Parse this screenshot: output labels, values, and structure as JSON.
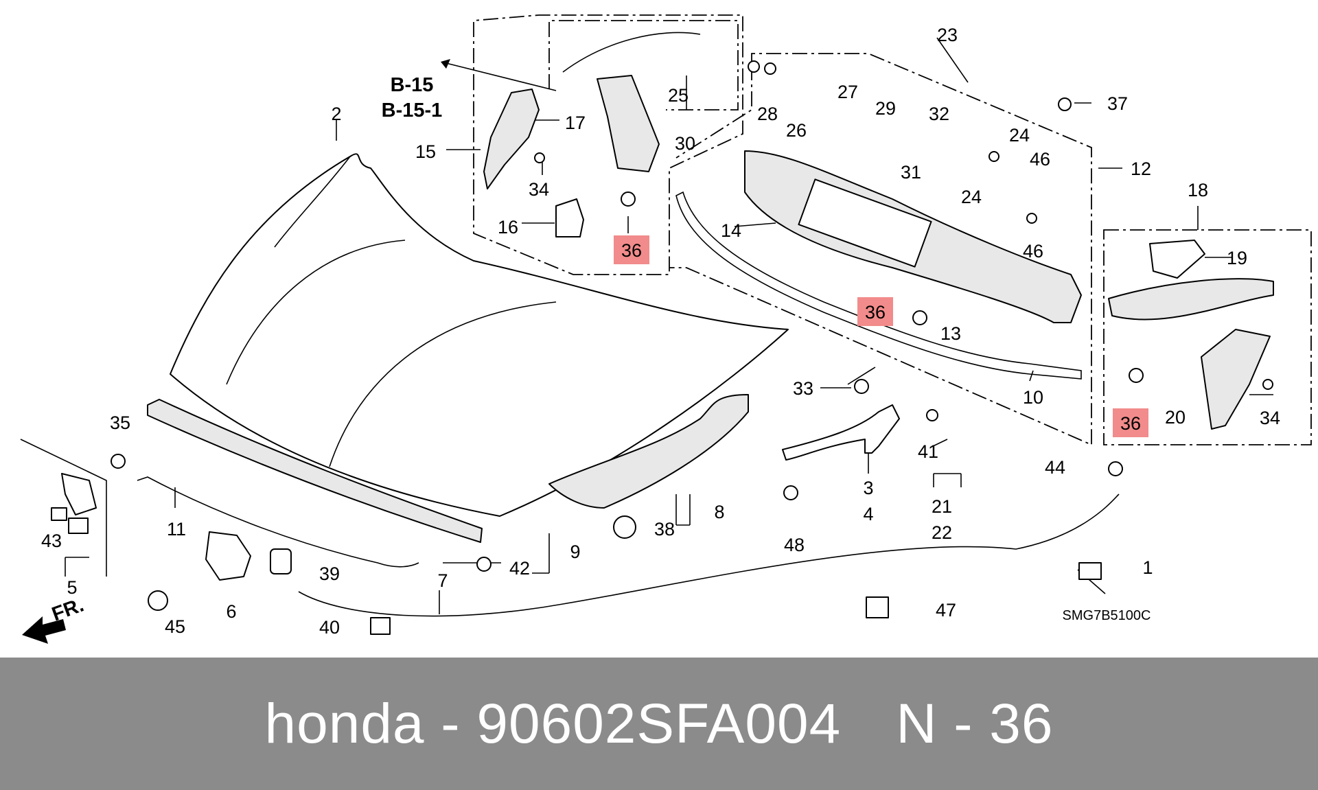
{
  "diagram": {
    "headers": [
      "B-15",
      "B-15-1"
    ],
    "direction_label": "FR.",
    "diagram_code": "SMG7B5100C",
    "highlighted_part": "36",
    "highlight_color": "#f28b8b",
    "labels": {
      "l1": "1",
      "l2": "2",
      "l3": "3",
      "l4": "4",
      "l5": "5",
      "l6": "6",
      "l7": "7",
      "l8": "8",
      "l9": "9",
      "l10": "10",
      "l11": "11",
      "l12": "12",
      "l13": "13",
      "l14": "14",
      "l15": "15",
      "l16": "16",
      "l17": "17",
      "l18": "18",
      "l19": "19",
      "l20": "20",
      "l21": "21",
      "l22": "22",
      "l23": "23",
      "l24a": "24",
      "l24b": "24",
      "l25": "25",
      "l26": "26",
      "l27": "27",
      "l28": "28",
      "l29": "29",
      "l30": "30",
      "l31": "31",
      "l32": "32",
      "l33": "33",
      "l34a": "34",
      "l34b": "34",
      "l35": "35",
      "l36a": "36",
      "l36b": "36",
      "l36c": "36",
      "l37": "37",
      "l38": "38",
      "l39": "39",
      "l40": "40",
      "l41": "41",
      "l42": "42",
      "l43": "43",
      "l44": "44",
      "l45": "45",
      "l46a": "46",
      "l46b": "46",
      "l47": "47",
      "l48": "48"
    }
  },
  "footer": {
    "brand_part": "honda - 90602SFA004",
    "position": "N - 36"
  }
}
